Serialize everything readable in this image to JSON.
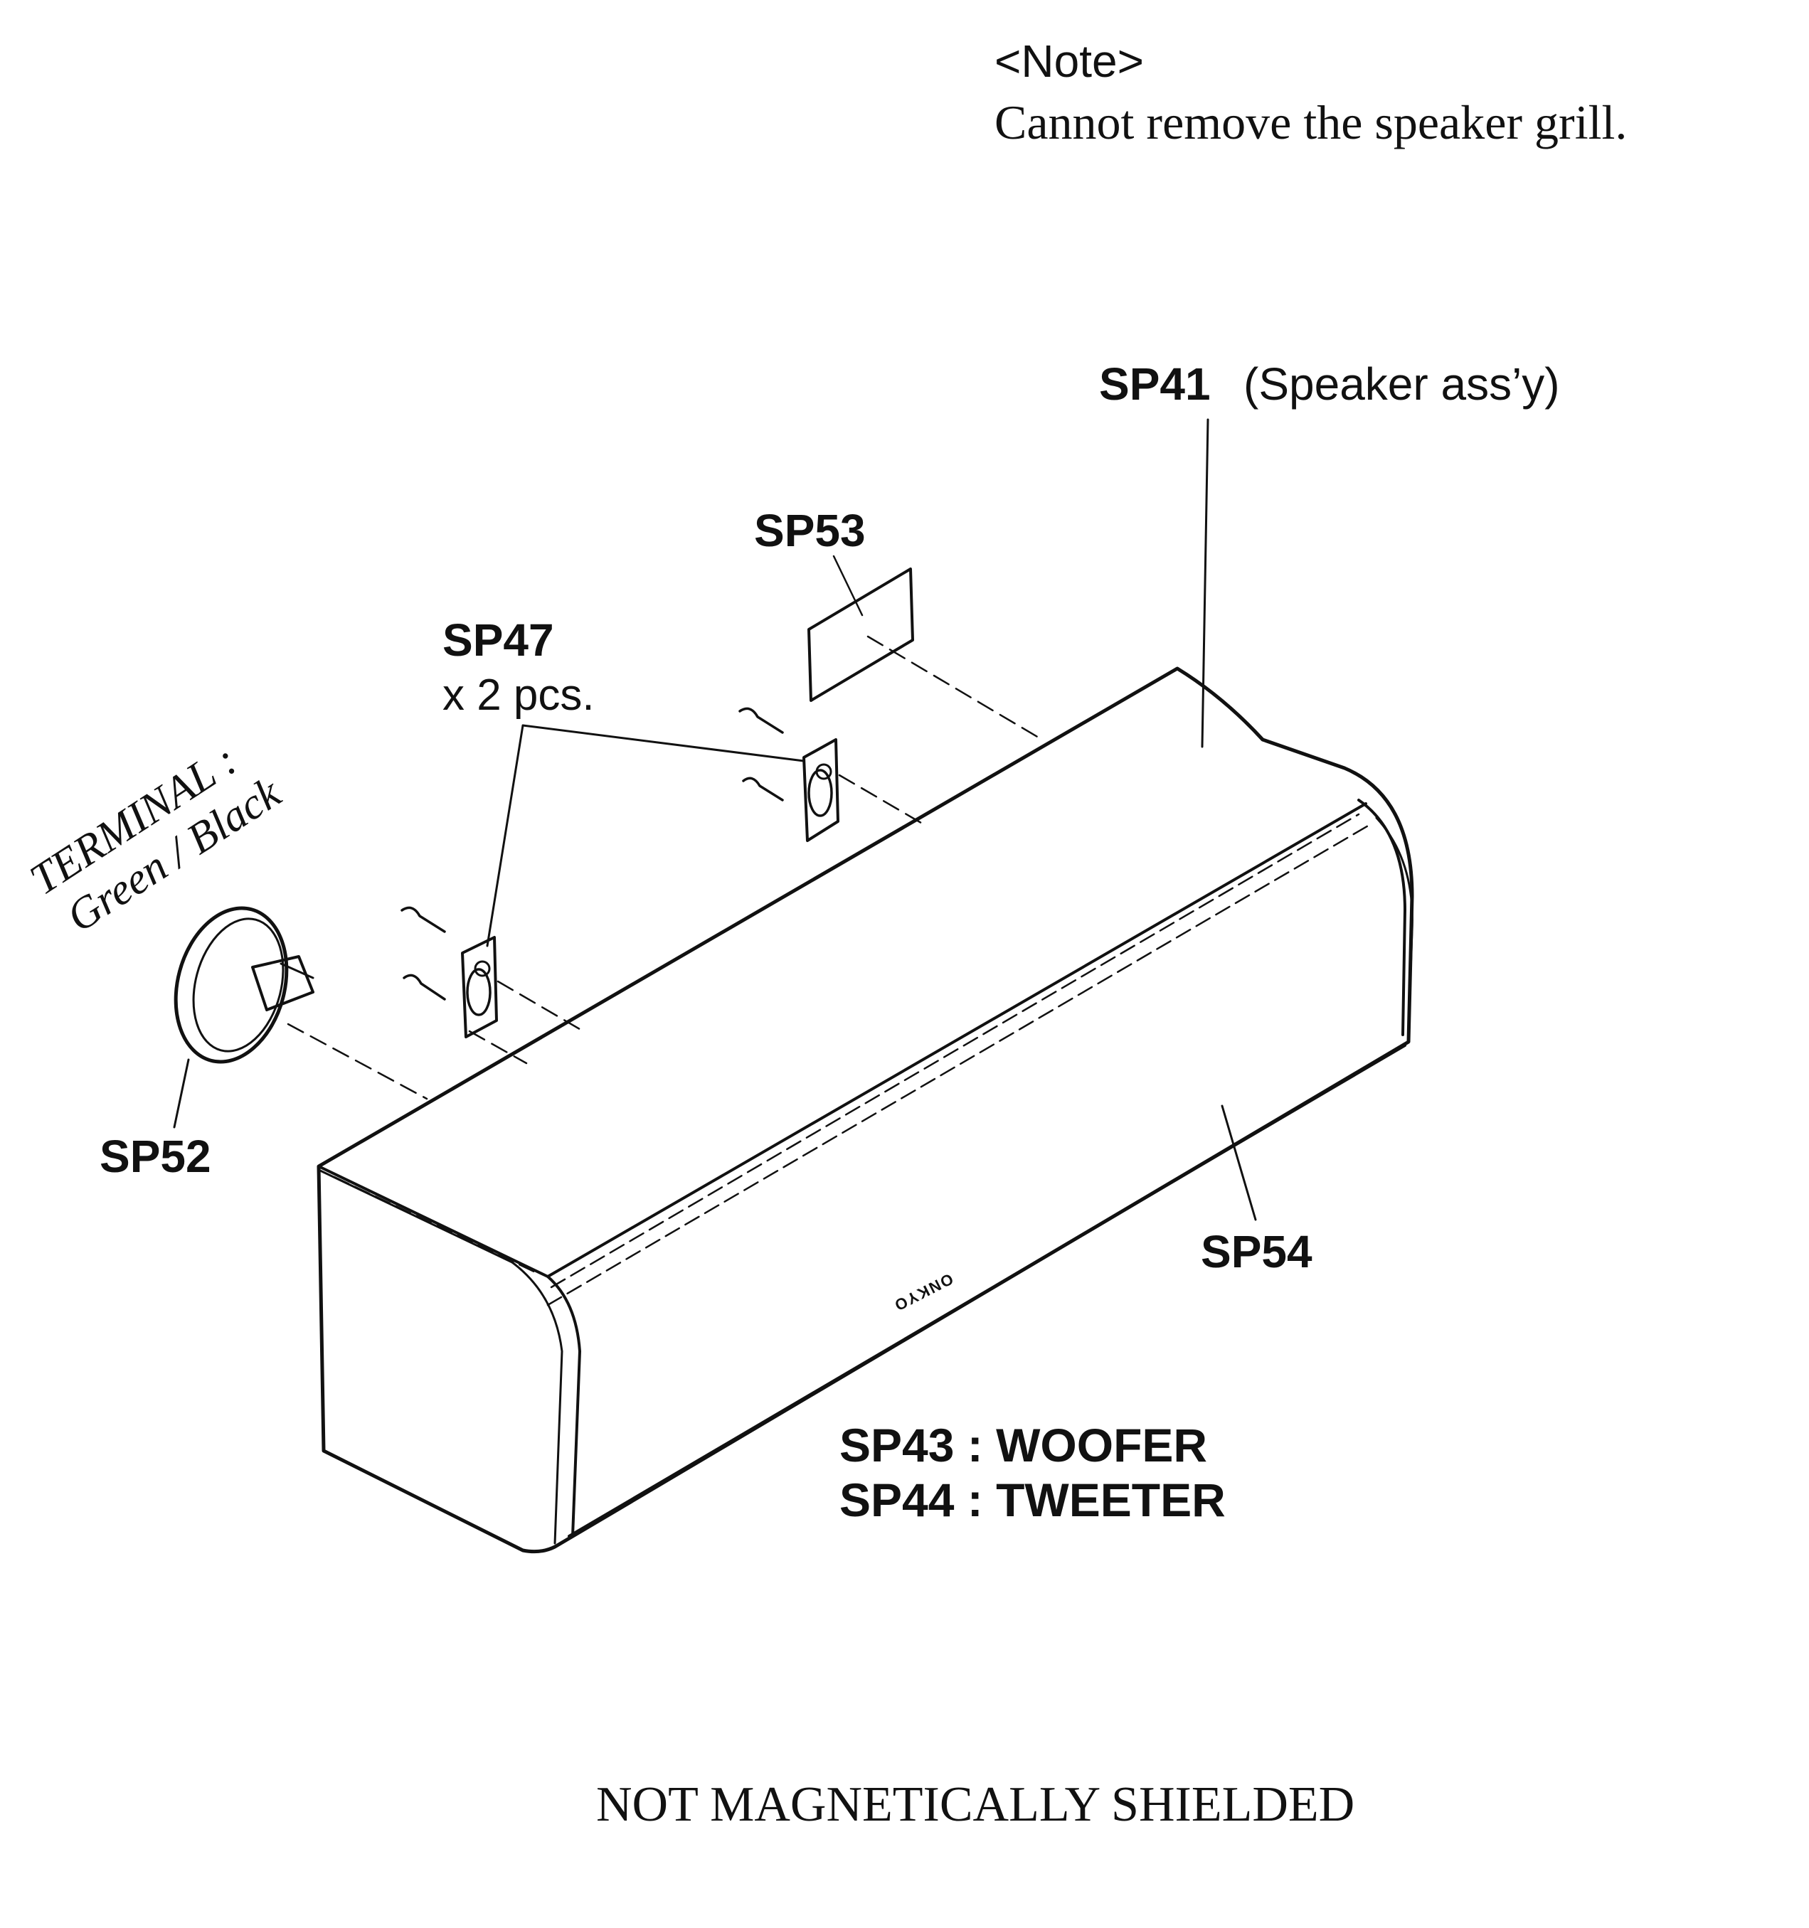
{
  "note": {
    "heading": "<Note>",
    "text": "Cannot remove the speaker grill."
  },
  "labels": {
    "sp41_code": "SP41",
    "sp41_desc": "(Speaker ass’y)",
    "sp53": "SP53",
    "sp47_code": "SP47",
    "sp47_qty": "x 2 pcs.",
    "terminal_line1": "TERMINAL :",
    "terminal_line2": "Green / Black",
    "sp52": "SP52",
    "sp54": "SP54",
    "sp43": "SP43 : WOOFER",
    "sp44": "SP44 : TWEETER"
  },
  "logo_text": "ONKYO",
  "footer": "NOT MAGNETICALLY SHIELDED"
}
